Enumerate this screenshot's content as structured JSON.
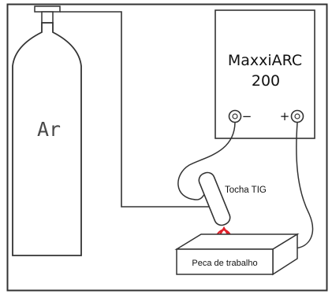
{
  "cylinder": {
    "gas_label": "Ar"
  },
  "machine": {
    "name_line1": "MaxxiARC",
    "name_line2": "200",
    "minus_label": "−",
    "plus_label": "+"
  },
  "torch": {
    "label": "Tocha TIG"
  },
  "workpiece": {
    "label": "Peca de trabalho"
  },
  "colors": {
    "line": "#333333",
    "arc": "#e0202a",
    "background": "#ffffff"
  }
}
